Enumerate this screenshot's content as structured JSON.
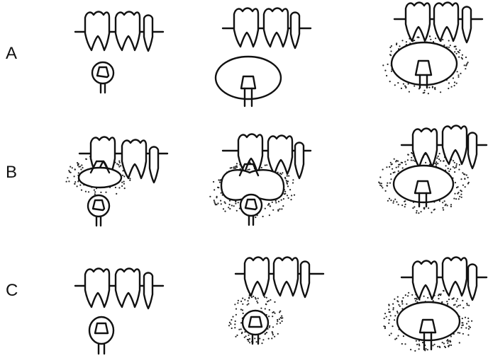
{
  "rows": [
    {
      "label": "A"
    },
    {
      "label": "B"
    },
    {
      "label": "C"
    }
  ],
  "colors": {
    "ink": "#111111",
    "background": "#ffffff"
  }
}
